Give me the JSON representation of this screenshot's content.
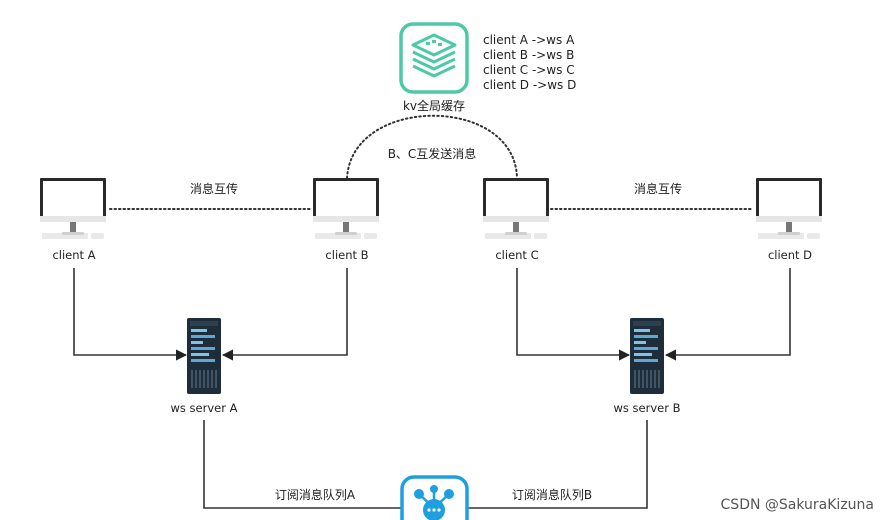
{
  "cache": {
    "label": "kv全局缓存",
    "mappings": [
      "client A ->ws A",
      "client B ->ws B",
      "client C ->ws C",
      "client D ->ws D"
    ]
  },
  "links": {
    "bc_message": "B、C互发送消息",
    "ab_message": "消息互传",
    "cd_message": "消息互传",
    "subscribe_a": "订阅消息队列A",
    "subscribe_b": "订阅消息队列B"
  },
  "clients": {
    "a": "client A",
    "b": "client B",
    "c": "client C",
    "d": "client D"
  },
  "servers": {
    "a": "ws server A",
    "b": "ws server B"
  },
  "watermark": "CSDN @SakuraKizuna",
  "icons": {
    "cache": "redis-cache-icon",
    "queue": "message-queue-icon",
    "client": "desktop-monitor-icon",
    "server": "server-rack-icon"
  },
  "colors": {
    "cache_icon": "#4ec9a8",
    "queue_icon": "#1e9fe0",
    "monitor_frame": "#2a2a2a",
    "server_body": "#1f2d3a"
  }
}
